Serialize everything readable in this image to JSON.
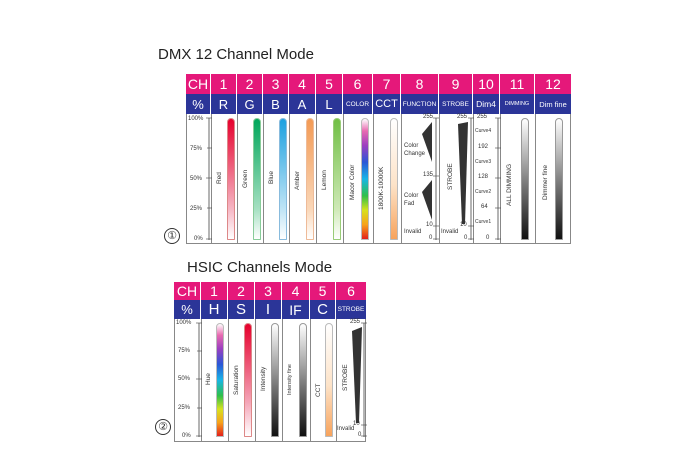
{
  "dmx": {
    "title": "DMX 12 Channel Mode",
    "ch_label": "CH",
    "pct_label": "%",
    "channels": [
      "1",
      "2",
      "3",
      "4",
      "5",
      "6",
      "7",
      "8",
      "9",
      "10",
      "11",
      "12"
    ],
    "params": [
      "R",
      "G",
      "B",
      "A",
      "L",
      "COLOR",
      "CCT",
      "FUNCTION",
      "STROBE",
      "Dim4",
      "DIMMING",
      "Dim fine"
    ],
    "scale": [
      "100%",
      "75%",
      "50%",
      "25%",
      "0%"
    ],
    "labels": [
      "Red",
      "Green",
      "Blue",
      "Amber",
      "Lemon",
      "Macor Color",
      "1800K-10000K",
      "",
      "STROBE",
      "",
      "ALL DIMMING",
      "Dimmer fine"
    ],
    "func_ticks": [
      "255",
      "135",
      "10",
      "0"
    ],
    "func_texts": [
      "Color Change",
      "Color Fad",
      "Invalid"
    ],
    "strobe_ticks": [
      "255",
      "10",
      "0"
    ],
    "strobe_invalid": "Invalid",
    "dim4_ticks": [
      "255",
      "Curve4",
      "192",
      "Curve3",
      "128",
      "Curve2",
      "64",
      "Curve1",
      "0"
    ],
    "badge": "①"
  },
  "hsic": {
    "title": "HSIC  Channels Mode",
    "ch_label": "CH",
    "pct_label": "%",
    "channels": [
      "1",
      "2",
      "3",
      "4",
      "5",
      "6"
    ],
    "params": [
      "H",
      "S",
      "I",
      "IF",
      "C",
      "STROBE"
    ],
    "scale": [
      "100%",
      "75%",
      "50%",
      "25%",
      "0%"
    ],
    "labels": [
      "Hue",
      "Saturation",
      "Intensity",
      "Intensity fine",
      "CCT",
      "STROBE"
    ],
    "strobe_ticks": [
      "255",
      "10",
      "0"
    ],
    "strobe_invalid": "Invalid",
    "badge": "②"
  },
  "colors": {
    "header": "#e5187a",
    "subheader": "#2b3598"
  }
}
